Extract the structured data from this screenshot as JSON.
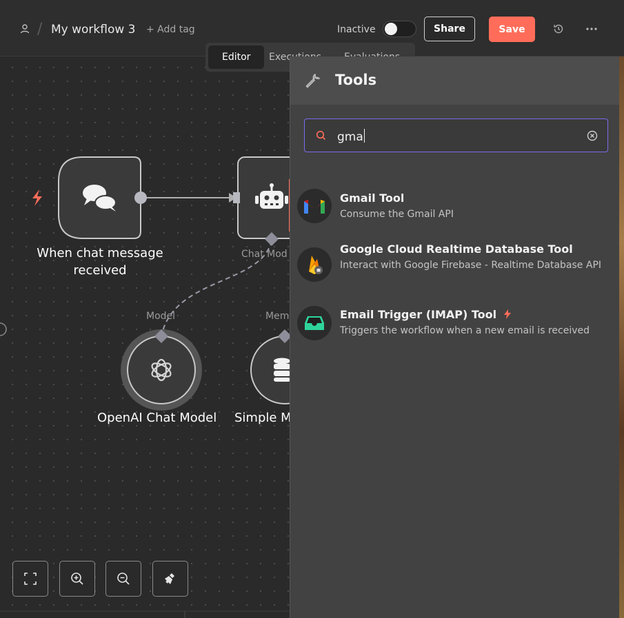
{
  "header": {
    "workflow_name": "My workflow 3",
    "add_tag_label": "+ Add tag",
    "status_label": "Inactive",
    "share_label": "Share",
    "save_label": "Save",
    "colors": {
      "save": "#ff6d5a",
      "background": "#2e2e2e"
    }
  },
  "tabs": [
    {
      "label": "Editor",
      "active": true
    },
    {
      "label": "Executions",
      "active": false
    },
    {
      "label": "Evaluations",
      "active": false
    }
  ],
  "canvas": {
    "trigger_node": {
      "label": "When chat message received",
      "icon": "chat-bubbles-icon"
    },
    "agent_node": {
      "icon": "robot-icon",
      "sub_label": "Chat Mod"
    },
    "model_node": {
      "label": "OpenAI Chat Model",
      "connector_label": "Model",
      "icon": "openai-icon"
    },
    "memory_node": {
      "label": "Simple M",
      "connector_label": "Mem",
      "icon": "database-icon"
    },
    "controls": [
      "fit-view-icon",
      "zoom-in-icon",
      "zoom-out-icon",
      "tidy-up-icon"
    ]
  },
  "tools_panel": {
    "title": "Tools",
    "search_value": "gma",
    "results": [
      {
        "title": "Gmail Tool",
        "description": "Consume the Gmail API",
        "icon": "gmail-icon"
      },
      {
        "title": "Google Cloud Realtime Database Tool",
        "description": "Interact with Google Firebase - Realtime Database API",
        "icon": "firebase-icon"
      },
      {
        "title": "Email Trigger (IMAP) Tool",
        "description": "Triggers the workflow when a new email is received",
        "icon": "inbox-icon",
        "trigger_badge": "bolt-icon"
      }
    ]
  }
}
